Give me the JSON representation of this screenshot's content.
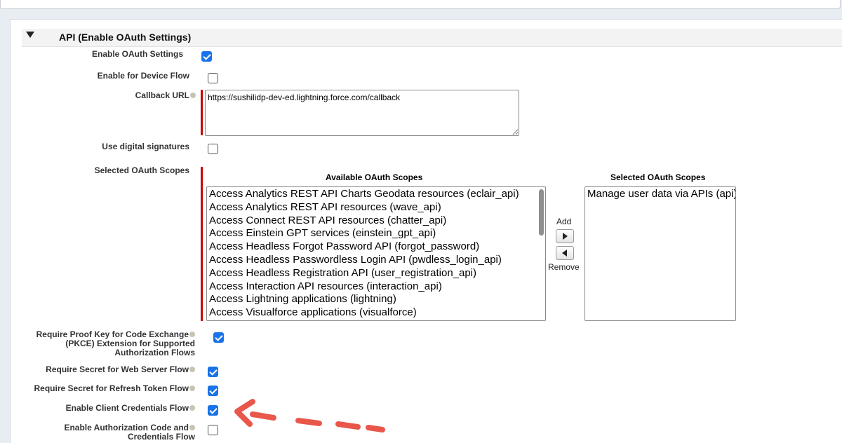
{
  "section": {
    "title": "API (Enable OAuth Settings)"
  },
  "fields": {
    "enable_oauth": {
      "label": "Enable OAuth Settings",
      "checked": true
    },
    "device_flow": {
      "label": "Enable for Device Flow",
      "checked": false
    },
    "callback_url": {
      "label": "Callback URL",
      "value": "https://sushilidp-dev-ed.lightning.force.com/callback"
    },
    "digital_signatures": {
      "label": "Use digital signatures",
      "checked": false
    },
    "scopes": {
      "label": "Selected OAuth Scopes"
    },
    "pkce": {
      "label_lines": [
        "Require Proof Key for Code Exchange",
        "(PKCE) Extension for Supported",
        "Authorization Flows"
      ],
      "checked": true
    },
    "secret_web_server": {
      "label": "Require Secret for Web Server Flow",
      "checked": true
    },
    "secret_refresh": {
      "label": "Require Secret for Refresh Token Flow",
      "checked": true
    },
    "client_credentials": {
      "label": "Enable Client Credentials Flow",
      "checked": true
    },
    "auth_code_credentials": {
      "label_lines": [
        "Enable Authorization Code and",
        "Credentials Flow"
      ],
      "checked": false
    }
  },
  "scopes_picker": {
    "available_heading": "Available OAuth Scopes",
    "selected_heading": "Selected OAuth Scopes",
    "add_label": "Add",
    "remove_label": "Remove",
    "available": [
      "Access Analytics REST API Charts Geodata resources (eclair_api)",
      "Access Analytics REST API resources (wave_api)",
      "Access Connect REST API resources (chatter_api)",
      "Access Einstein GPT services (einstein_gpt_api)",
      "Access Headless Forgot Password API (forgot_password)",
      "Access Headless Passwordless Login API (pwdless_login_api)",
      "Access Headless Registration API (user_registration_api)",
      "Access Interaction API resources (interaction_api)",
      "Access Lightning applications (lightning)",
      "Access Visualforce applications (visualforce)"
    ],
    "selected": [
      "Manage user data via APIs (api)"
    ]
  },
  "colors": {
    "accent": "#1a73e8",
    "required": "#cc0000",
    "annotation_arrow": "#e8574a"
  },
  "icons": {
    "collapse": "triangle-down-icon",
    "help": "help-icon",
    "add": "arrow-right-icon",
    "remove": "arrow-left-icon"
  }
}
